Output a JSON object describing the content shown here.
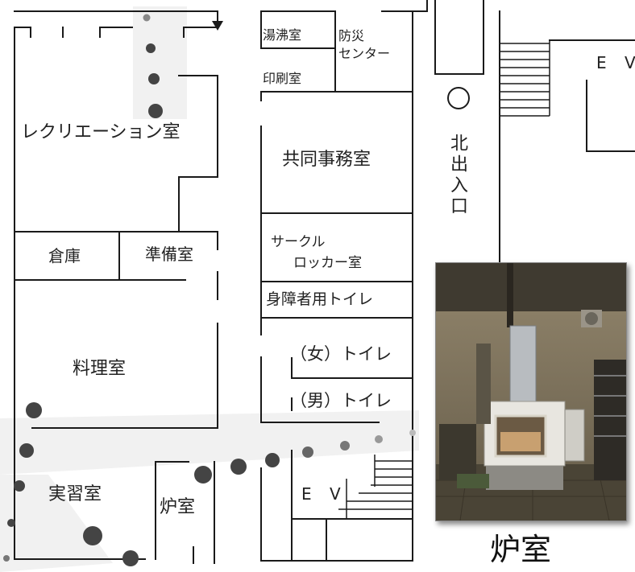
{
  "rooms": {
    "recreation": "レクリエーション室",
    "storage": "倉庫",
    "prep": "準備室",
    "cooking": "料理室",
    "practice": "実習室",
    "kiln_small": "炉室",
    "water_boiler": "湯沸室",
    "disaster_center": "防災\nセンター",
    "printing": "印刷室",
    "shared_office": "共同事務室",
    "circle_locker_1": "サークル",
    "circle_locker_2": "ロッカー室",
    "accessible_toilet": "身障者用トイレ",
    "womens_toilet": "（女）トイレ",
    "mens_toilet": "（男）トイレ",
    "ev_center": "E V",
    "ev_right": "E V",
    "north_exit": "北出入口"
  },
  "photo": {
    "caption": "炉室",
    "subject": "kiln-room-photo"
  },
  "colors": {
    "wall": "#1a1a1a",
    "path_dot": "#444444",
    "path_band": "#eeeeee"
  }
}
